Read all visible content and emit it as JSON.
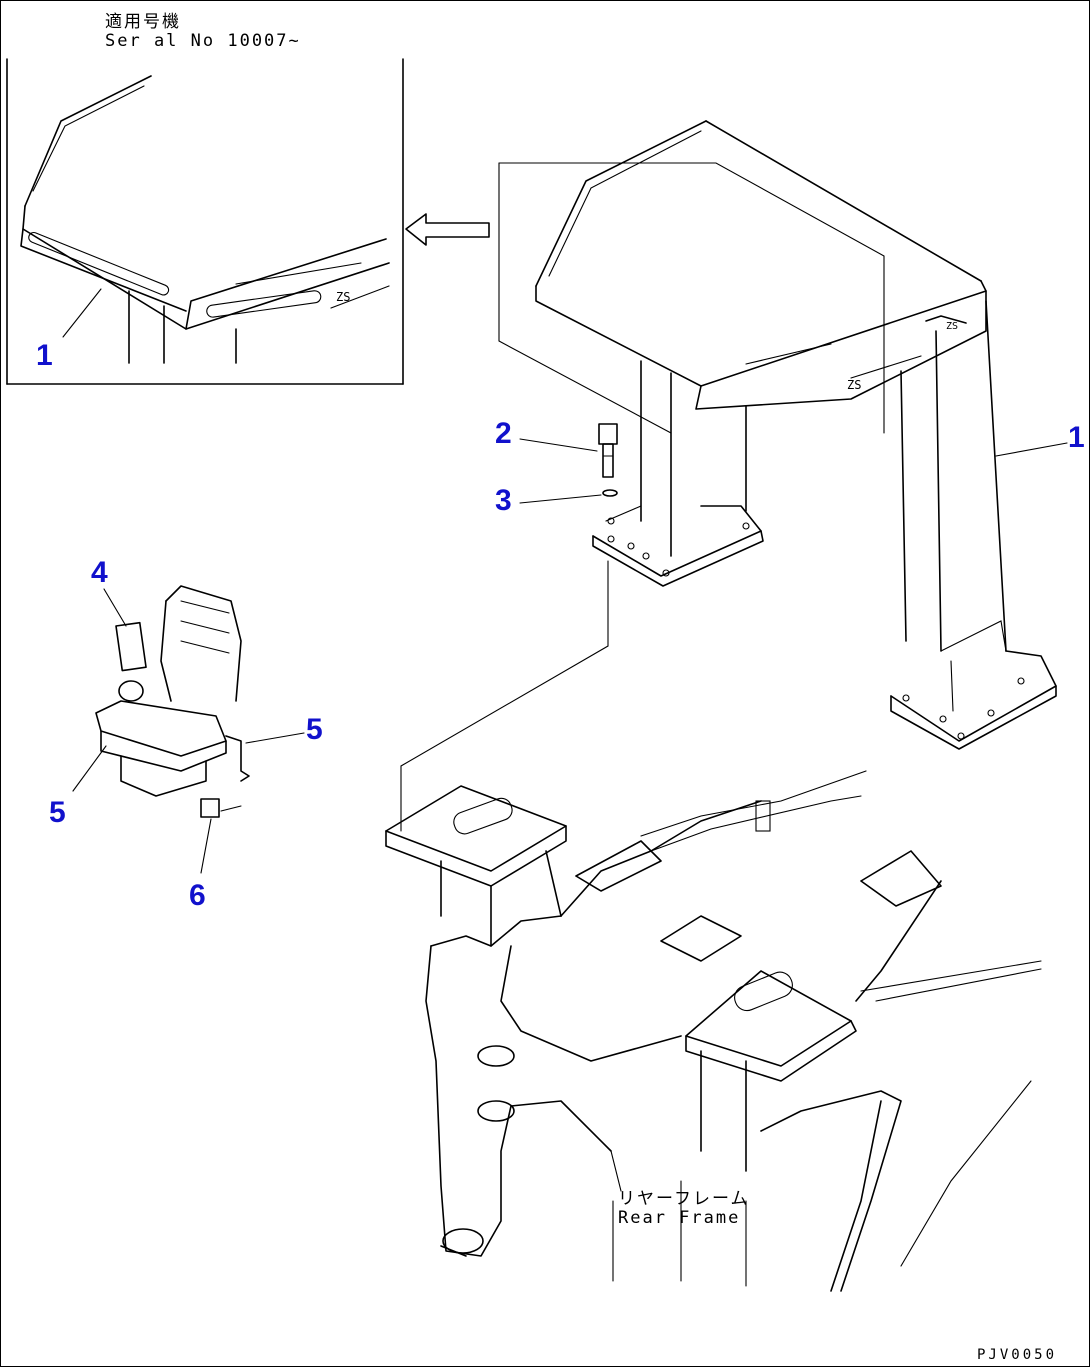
{
  "header": {
    "applicable_label": "適用号機",
    "serial_label": "Ser al No 10007~"
  },
  "callouts": [
    {
      "id": "inset-1",
      "label": "1"
    },
    {
      "id": "main-1",
      "label": "1"
    },
    {
      "id": "2",
      "label": "2"
    },
    {
      "id": "3",
      "label": "3"
    },
    {
      "id": "4",
      "label": "4"
    },
    {
      "id": "5-right",
      "label": "5"
    },
    {
      "id": "5-left",
      "label": "5"
    },
    {
      "id": "6",
      "label": "6"
    }
  ],
  "rear_frame": {
    "label_jp": "リヤーフレーム",
    "label_en": "Rear Frame"
  },
  "drawing_code": "PJV0050",
  "colors": {
    "callout": "#1111cc",
    "line": "#000000"
  }
}
